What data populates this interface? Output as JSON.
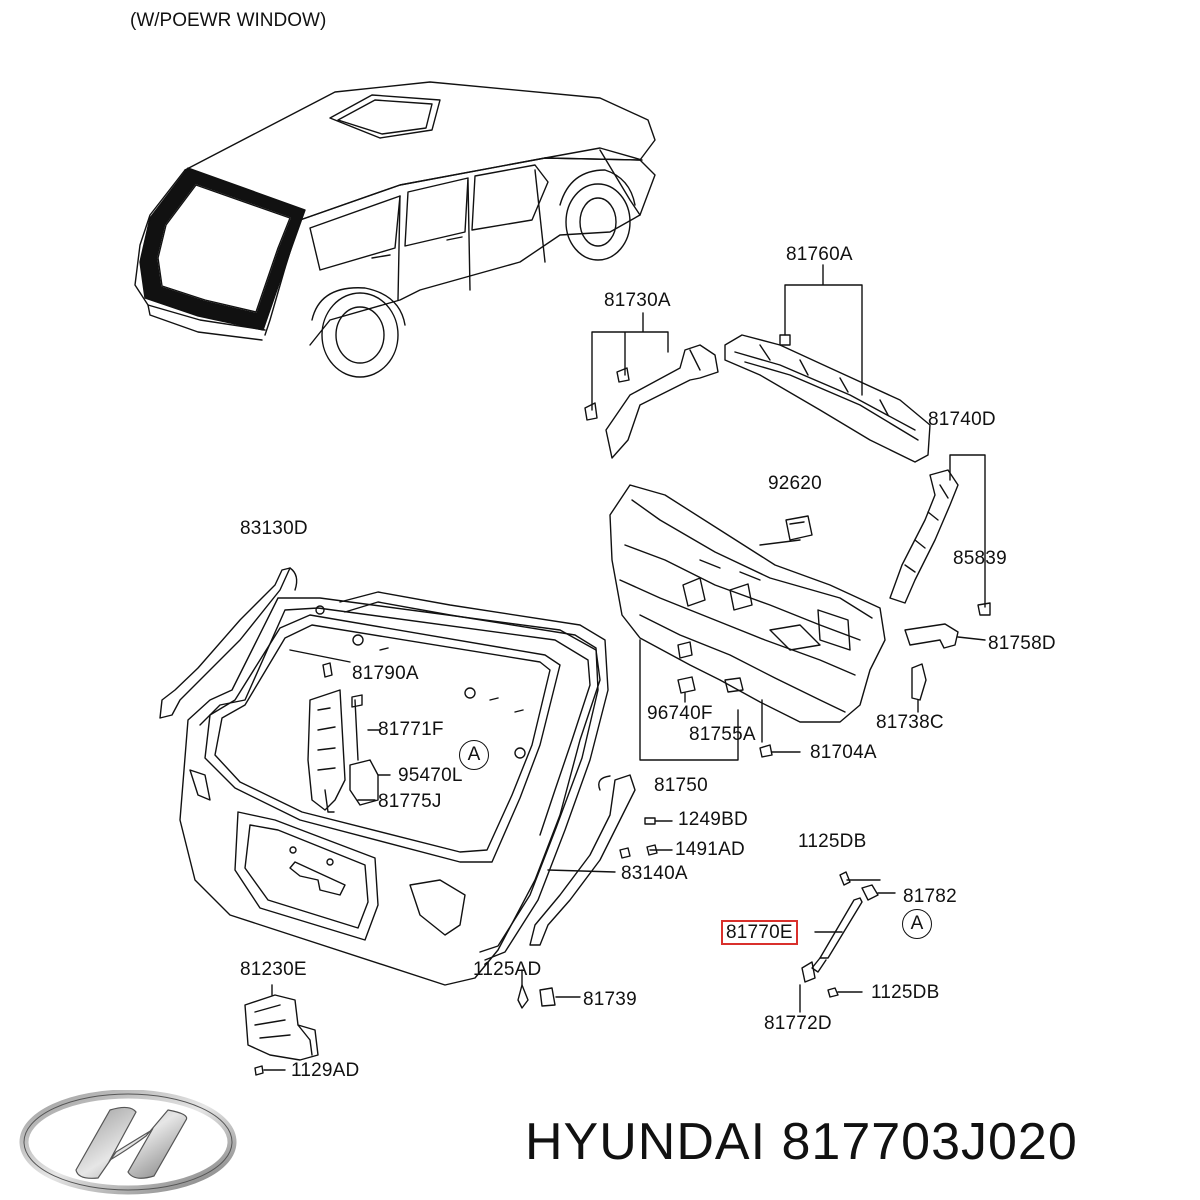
{
  "header": {
    "note": "(W/POEWR WINDOW)"
  },
  "labels": [
    {
      "id": "81760A",
      "text": "81760A"
    },
    {
      "id": "81730A",
      "text": "81730A"
    },
    {
      "id": "81740D",
      "text": "81740D"
    },
    {
      "id": "92620",
      "text": "92620"
    },
    {
      "id": "85839",
      "text": "85839"
    },
    {
      "id": "83130D",
      "text": "83130D"
    },
    {
      "id": "81758D",
      "text": "81758D"
    },
    {
      "id": "81790A",
      "text": "81790A"
    },
    {
      "id": "81738C",
      "text": "81738C"
    },
    {
      "id": "96740F",
      "text": "96740F"
    },
    {
      "id": "81771F",
      "text": "81771F"
    },
    {
      "id": "81755A",
      "text": "81755A"
    },
    {
      "id": "81704A",
      "text": "81704A"
    },
    {
      "id": "95470L",
      "text": "95470L"
    },
    {
      "id": "81750",
      "text": "81750"
    },
    {
      "id": "81775J",
      "text": "81775J"
    },
    {
      "id": "1249BD",
      "text": "1249BD"
    },
    {
      "id": "1125DB_top",
      "text": "1125DB"
    },
    {
      "id": "1491AD",
      "text": "1491AD"
    },
    {
      "id": "83140A",
      "text": "83140A"
    },
    {
      "id": "81782",
      "text": "81782"
    },
    {
      "id": "81770E",
      "text": "81770E"
    },
    {
      "id": "81230E",
      "text": "81230E"
    },
    {
      "id": "1125AD",
      "text": "1125AD"
    },
    {
      "id": "1125DB_bottom",
      "text": "1125DB"
    },
    {
      "id": "81739",
      "text": "81739"
    },
    {
      "id": "81772D",
      "text": "81772D"
    },
    {
      "id": "1129AD",
      "text": "1129AD"
    }
  ],
  "callouts": {
    "ref_a_1": "A",
    "ref_a_2": "A"
  },
  "footer": {
    "brand": "HYUNDAI",
    "part_number": "817703J020",
    "logo_icon": "hyundai-logo"
  },
  "colors": {
    "line": "#111111",
    "highlight": "#d9302c",
    "window": "#111111"
  }
}
